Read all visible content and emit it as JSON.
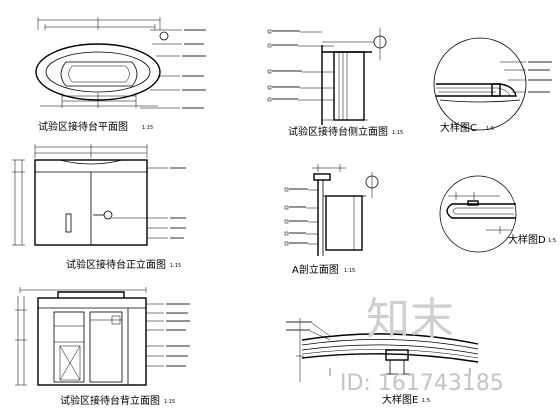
{
  "drawing": {
    "views": [
      {
        "caption": "试验区接待台平面图",
        "scale": "1:15"
      },
      {
        "caption": "试验区接待台侧立面图",
        "scale": "1:15"
      },
      {
        "caption": "大样图C",
        "scale": "1:5"
      },
      {
        "caption": "试验区接待台正立面图",
        "scale": "1:15"
      },
      {
        "caption": "A剖立面图",
        "scale": "1:15"
      },
      {
        "caption": "大样图D",
        "scale": "1:5"
      },
      {
        "caption": "试验区接待台背立面图",
        "scale": "1:15"
      },
      {
        "caption": "大样图E",
        "scale": "1:5"
      }
    ]
  },
  "watermark": {
    "brand": "知末",
    "id": "ID: 161743185"
  },
  "colors": {
    "line": "#000000",
    "watermark": "#c8c8c8",
    "background": "#ffffff"
  }
}
